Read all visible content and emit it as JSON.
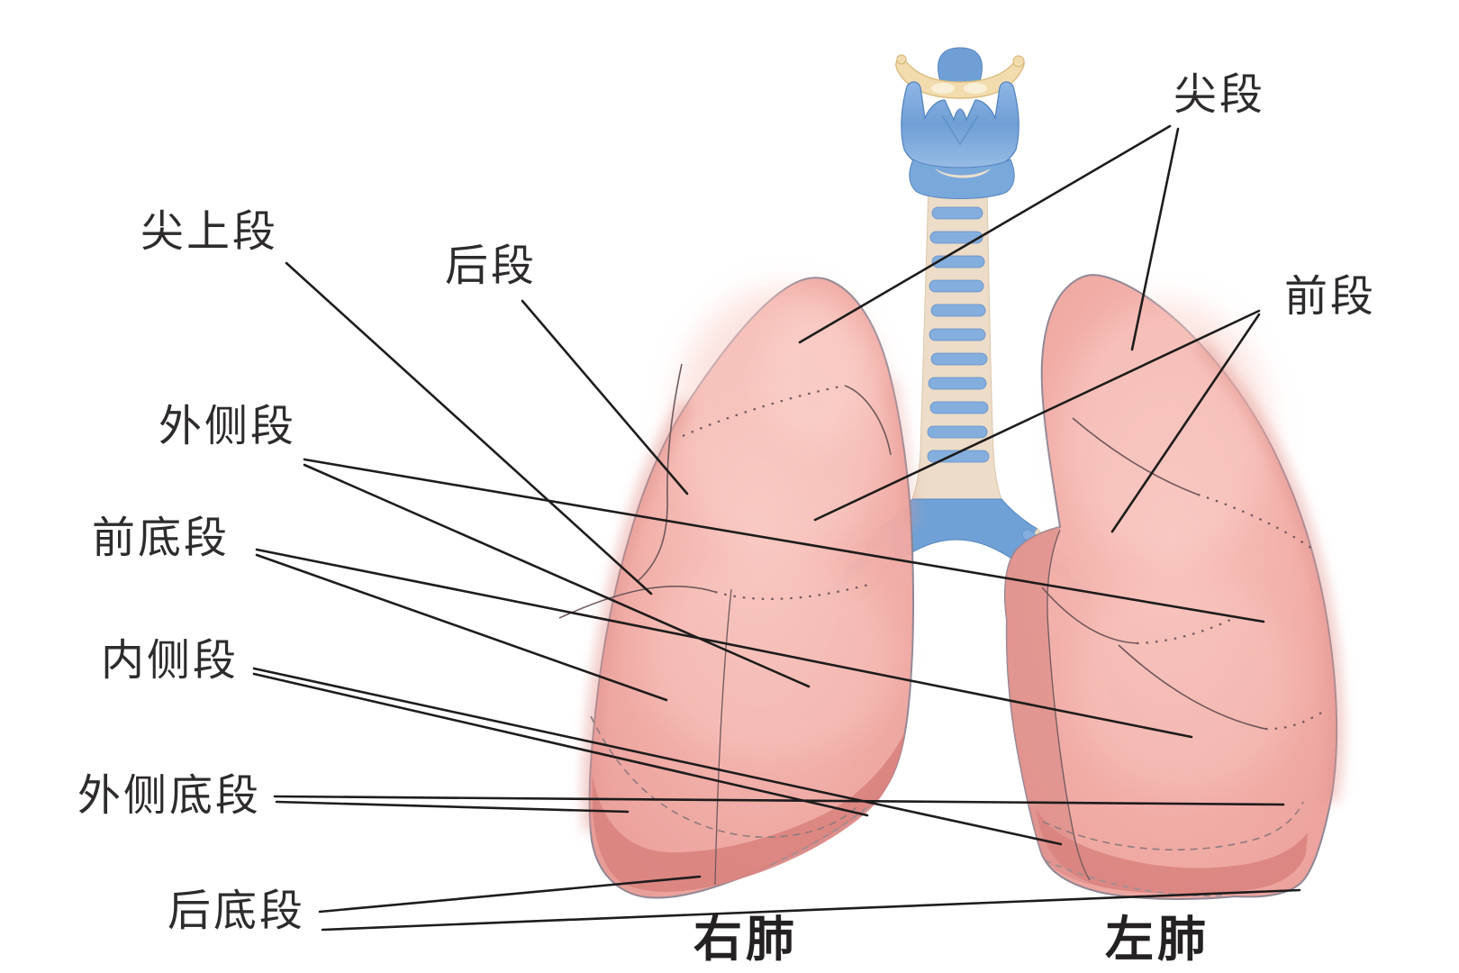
{
  "labels": {
    "apical_superior": "尖上段",
    "posterior": "后段",
    "lateral": "外侧段",
    "anterior_basal": "前底段",
    "medial": "内侧段",
    "lateral_basal": "外侧底段",
    "posterior_basal": "后底段",
    "apical": "尖段",
    "anterior": "前段",
    "right_lung": "右肺",
    "left_lung": "左肺"
  },
  "colors": {
    "background": "#ffffff",
    "lung_pink": "#f1aba5",
    "lung_highlight": "#f9cdc6",
    "lung_rim_shadow": "#d9837e",
    "cartilage_blue": "#79a8db",
    "cartilage_blue_dark": "#5585c0",
    "trachea_cream": "#ecdcc8",
    "hyoid_tan": "#f2dcae",
    "leader_line": "#1e1c1c",
    "label_text": "#2e2b2c"
  }
}
